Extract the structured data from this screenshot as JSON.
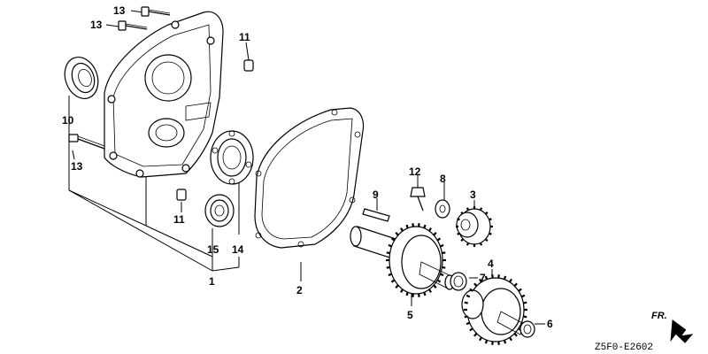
{
  "diagram": {
    "callouts": [
      "13",
      "13",
      "11",
      "10",
      "13",
      "11",
      "15",
      "14",
      "1",
      "2",
      "9",
      "12",
      "8",
      "3",
      "7",
      "5",
      "4",
      "6"
    ],
    "drawing_code": "Z5F0-E2602",
    "direction_label": "FR."
  }
}
